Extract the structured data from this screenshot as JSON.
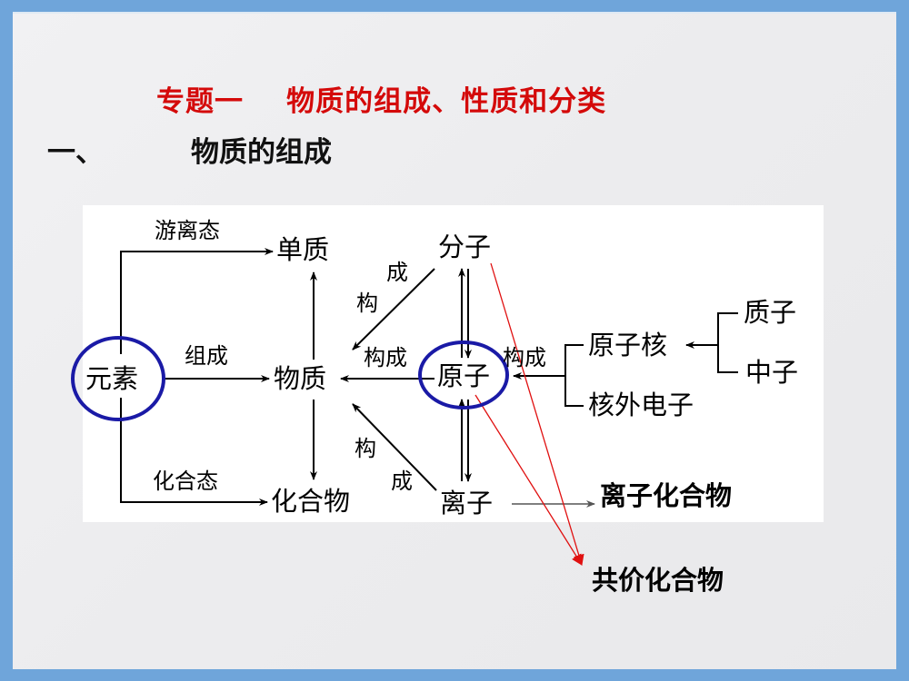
{
  "slide": {
    "title": "专题一    物质的组成、性质和分类",
    "section_number": "一、",
    "section_title": "物质的组成"
  },
  "diagram": {
    "nodes": {
      "element": "元素",
      "simple_substance": "单质",
      "substance": "物质",
      "compound": "化合物",
      "molecule": "分子",
      "atom": "原子",
      "ion": "离子",
      "nucleus": "原子核",
      "electrons": "核外电子",
      "proton": "质子",
      "neutron": "中子",
      "ionic_compound": "离子化合物",
      "covalent_compound": "共价化合物"
    },
    "edge_labels": {
      "free_state": "游离态",
      "composes": "组成",
      "combined_state": "化合态",
      "constitutes_atom_substance": "构成",
      "constitutes_nucleus_atom": "构成",
      "constitutes_molecule_1": "构",
      "constitutes_molecule_2": "成",
      "constitutes_ion_1": "构",
      "constitutes_ion_2": "成"
    },
    "colors": {
      "circle": "#1a1aa6",
      "red_arrow": "#e01010",
      "title_red": "#d40a0a",
      "frame_blue": "#6fa5da"
    }
  }
}
